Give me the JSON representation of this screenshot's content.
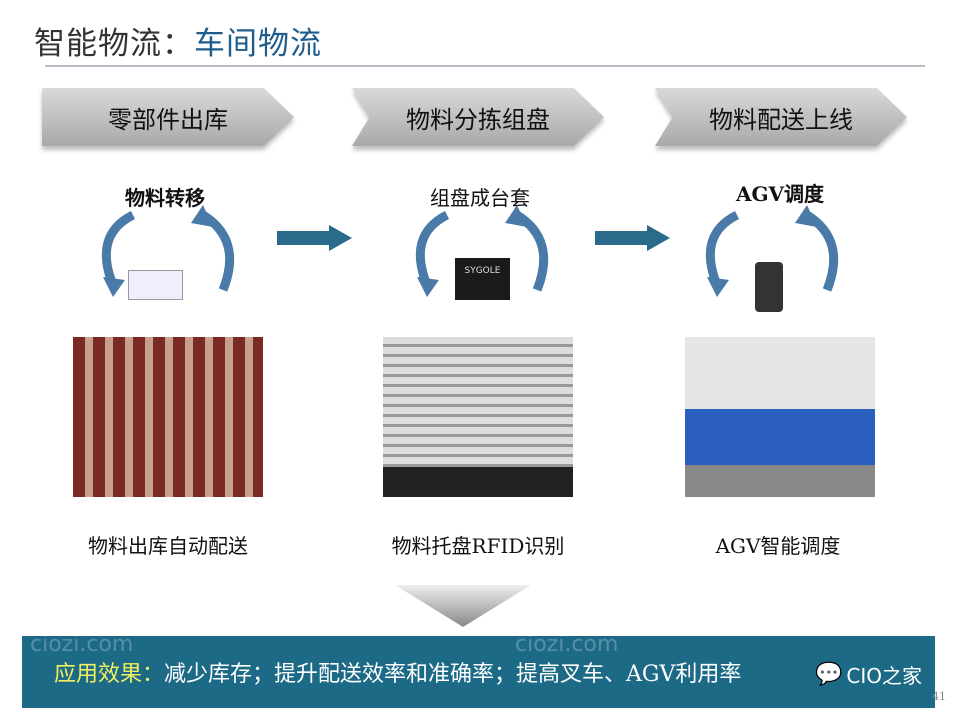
{
  "title": {
    "main": "智能物流：",
    "sub": "车间物流"
  },
  "stages": [
    {
      "label": "零部件出库",
      "step": "物料转移",
      "caption": "物料出库自动配送",
      "device": "rfid-reader"
    },
    {
      "label": "物料分拣组盘",
      "step": "组盘成台套",
      "caption": "物料托盘RFID识别",
      "device": "rfid-tag"
    },
    {
      "label": "物料配送上线",
      "step": "AGV调度",
      "caption": "AGV智能调度",
      "device": "handheld-scanner"
    }
  ],
  "device_tag_text": "SYGOLE",
  "result": {
    "label": "应用效果：",
    "text": "减少库存；提升配送效率和准确率；提高叉车、AGV利用率"
  },
  "watermark": "ciozi.com",
  "logo_text": "CIO之家",
  "page_number": "41",
  "colors": {
    "band": "#1d6a87",
    "title_accent": "#1f5d8c",
    "cycle": "#4a7aa8",
    "flow_arrow": "#2a6a8a"
  }
}
